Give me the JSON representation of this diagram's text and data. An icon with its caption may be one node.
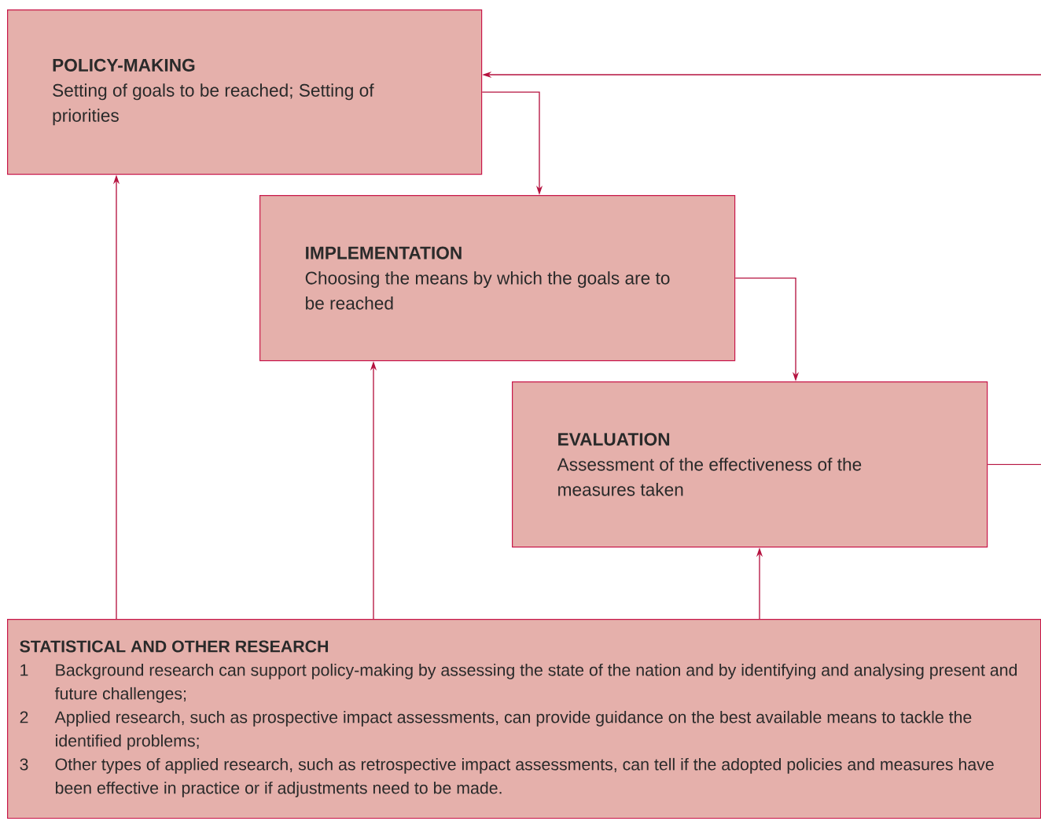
{
  "diagram": {
    "nodes": [
      {
        "text": [
          "POLICY-MAKING",
          "Setting of goals to be reached; Setting of priorities"
        ]
      },
      {
        "text": [
          "IMPLEMENTATION",
          "Choosing the means by which the goals are to be reached"
        ]
      },
      {
        "text": [
          "EVALUATION",
          "Assessment of the effectiveness of the measures taken"
        ]
      },
      {
        "text": [
          "STATISTICAL AND OTHER RESEARCH",
          "1",
          "Background research can support policy-making by assessing the state of the nation and by identifying and analysing present and future challenges;",
          "2",
          "Applied research, such as prospective impact assessments, can provide guidance on the best available means to tackle the identified problems;",
          "3",
          "Other types of applied research, such as retrospective impact assessments, can tell if the adopted policies and measures have been effective in practice or if adjustments need to be made."
        ]
      }
    ],
    "edges": [
      {
        "from": 0,
        "to": 1,
        "arrow": "to"
      },
      {
        "from": 1,
        "to": 2,
        "arrow": "to"
      },
      {
        "from": 2,
        "to": null,
        "arrow": "none"
      },
      {
        "from": null,
        "to": 0,
        "arrow": "to"
      },
      {
        "from": 3,
        "to": 0,
        "arrow": "to"
      },
      {
        "from": 3,
        "to": 1,
        "arrow": "to"
      },
      {
        "from": 3,
        "to": 2,
        "arrow": "to"
      }
    ]
  }
}
